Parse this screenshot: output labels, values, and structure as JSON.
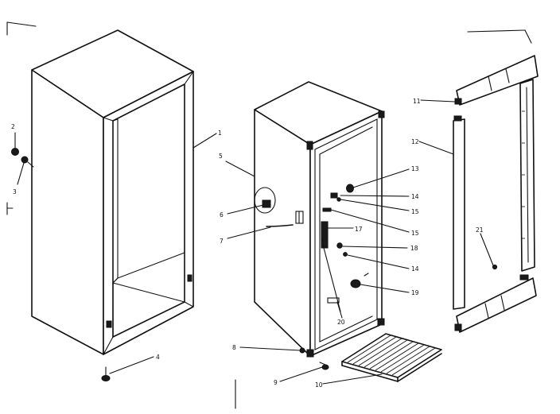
{
  "diagram": {
    "title": "",
    "callouts": [
      {
        "id": "c1",
        "label": "1"
      },
      {
        "id": "c2",
        "label": "2"
      },
      {
        "id": "c3",
        "label": "3"
      },
      {
        "id": "c4",
        "label": "4"
      },
      {
        "id": "c5",
        "label": "5"
      },
      {
        "id": "c6",
        "label": "6"
      },
      {
        "id": "c7",
        "label": "7"
      },
      {
        "id": "c8",
        "label": "8"
      },
      {
        "id": "c9",
        "label": "9"
      },
      {
        "id": "c10",
        "label": "10"
      },
      {
        "id": "c11",
        "label": "11"
      },
      {
        "id": "c12",
        "label": "12"
      },
      {
        "id": "c13",
        "label": "13"
      },
      {
        "id": "c14a",
        "label": "14"
      },
      {
        "id": "c15a",
        "label": "15"
      },
      {
        "id": "c15b",
        "label": "15"
      },
      {
        "id": "c17",
        "label": "17"
      },
      {
        "id": "c18",
        "label": "18"
      },
      {
        "id": "c14b",
        "label": "14"
      },
      {
        "id": "c19",
        "label": "19"
      },
      {
        "id": "c20",
        "label": "20"
      },
      {
        "id": "c21",
        "label": "21"
      }
    ]
  }
}
